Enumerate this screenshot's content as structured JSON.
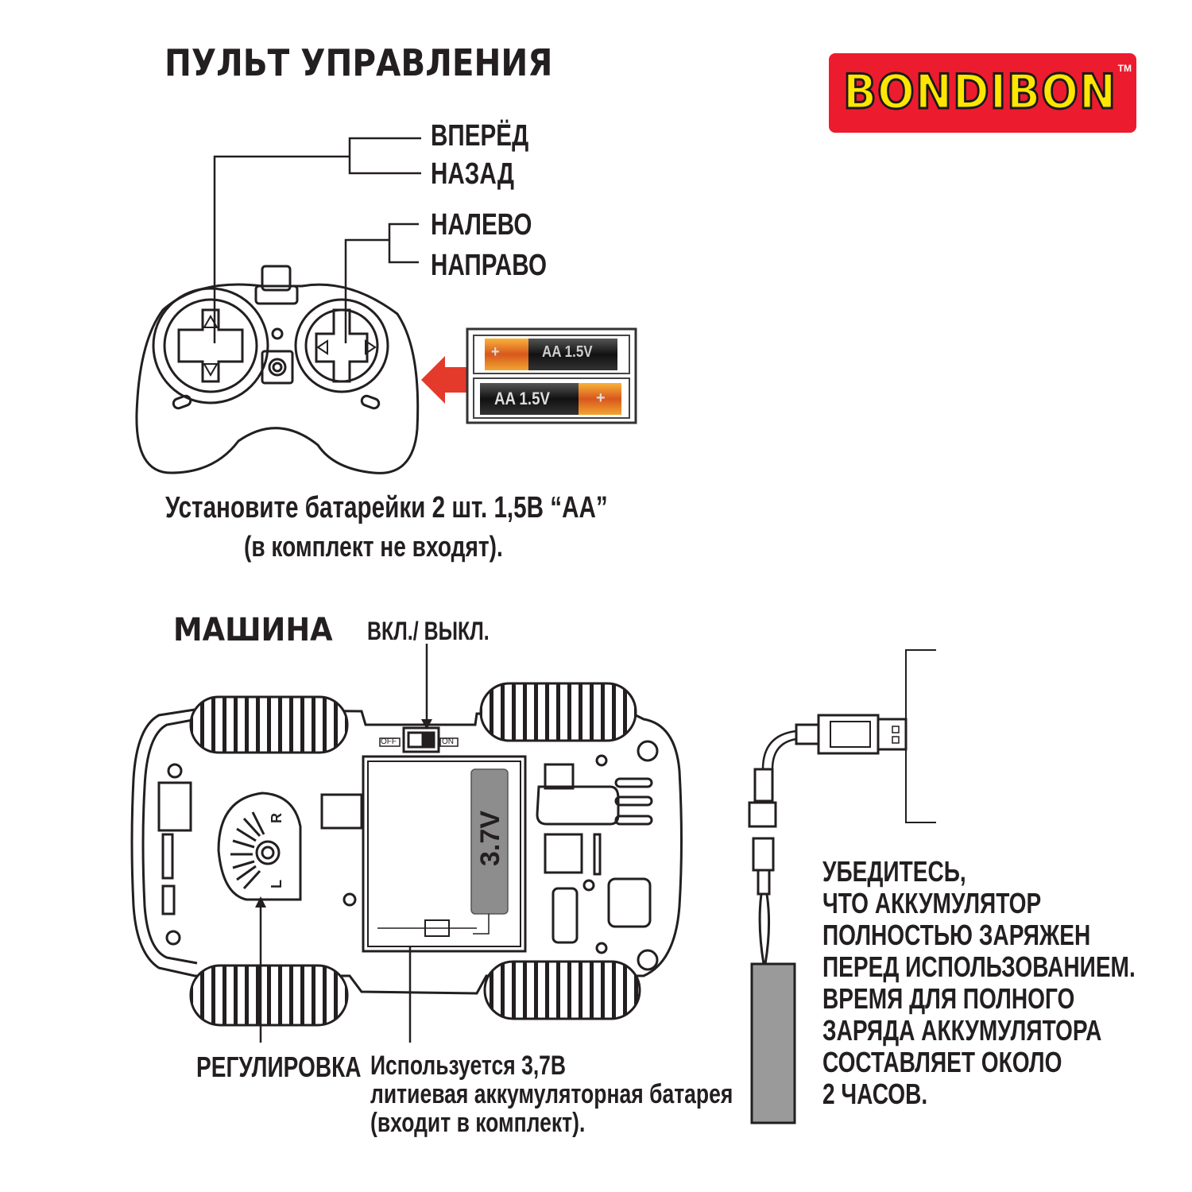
{
  "remote": {
    "title": "ПУЛЬТ УПРАВЛЕНИЯ",
    "labels": {
      "forward": "ВПЕРЁД",
      "backward": "НАЗАД",
      "left": "НАЛЕВО",
      "right": "НАПРАВО"
    },
    "battery_label": "AA 1.5V",
    "battery_plus": "+",
    "caption_line1": "Установите батарейки 2 шт. 1,5В “AA”",
    "caption_line2": "(в комплект не входят)."
  },
  "brand": {
    "name": "BONDIBON",
    "tm": "TM",
    "bg_color": "#ec1c2e",
    "text_color": "#ffe600"
  },
  "car": {
    "title": "МАШИНА",
    "switch_label": "ВКЛ./ ВЫКЛ.",
    "switch_off": "OFF",
    "switch_on": "ON",
    "battery_voltage": "3.7V",
    "dial_left": "L",
    "dial_right": "R",
    "adjust_label": "РЕГУЛИРОВКА",
    "battery_info": [
      "Используется 3,7В",
      "литиевая аккумуляторная батарея",
      "(входит в комплект)."
    ]
  },
  "charging_note": [
    "УБЕДИТЕСЬ,",
    "ЧТО АККУМУЛЯТОР",
    "ПОЛНОСТЬЮ ЗАРЯЖЕН",
    "ПЕРЕД ИСПОЛЬЗОВАНИЕМ.",
    "ВРЕМЯ ДЛЯ ПОЛНОГО",
    "ЗАРЯДА АККУМУЛЯТОРА",
    "СОСТАВЛЯЕТ ОКОЛО",
    "2 ЧАСОВ."
  ]
}
